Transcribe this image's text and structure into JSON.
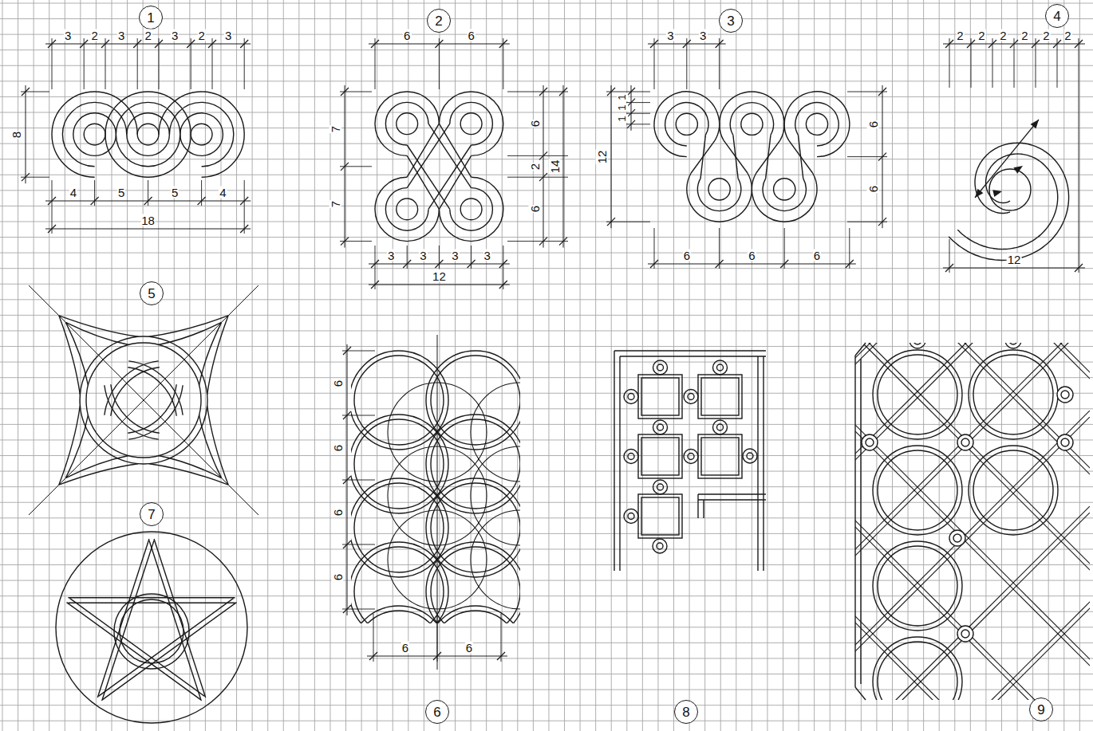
{
  "diagram": {
    "nodes": [
      {
        "text": [
          "1"
        ]
      },
      {
        "text": [
          "2"
        ]
      },
      {
        "text": [
          "3"
        ]
      },
      {
        "text": [
          "4"
        ]
      },
      {
        "text": [
          "5"
        ]
      },
      {
        "text": [
          "6"
        ]
      },
      {
        "text": [
          "7"
        ]
      },
      {
        "text": [
          "8"
        ]
      },
      {
        "text": [
          "9"
        ]
      }
    ],
    "labels": [
      "3",
      "2",
      "3",
      "2",
      "3",
      "2",
      "3",
      "8",
      "4",
      "5",
      "5",
      "4",
      "18",
      "6",
      "6",
      "7",
      "7",
      "6",
      "2",
      "14",
      "6",
      "3",
      "3",
      "3",
      "3",
      "12",
      "3",
      "3",
      "1",
      "1",
      "1",
      "12",
      "6",
      "6",
      "6",
      "6",
      "6",
      "2",
      "2",
      "2",
      "2",
      "2",
      "2",
      "12",
      "6",
      "6",
      "6",
      "6",
      "6",
      "6"
    ]
  }
}
